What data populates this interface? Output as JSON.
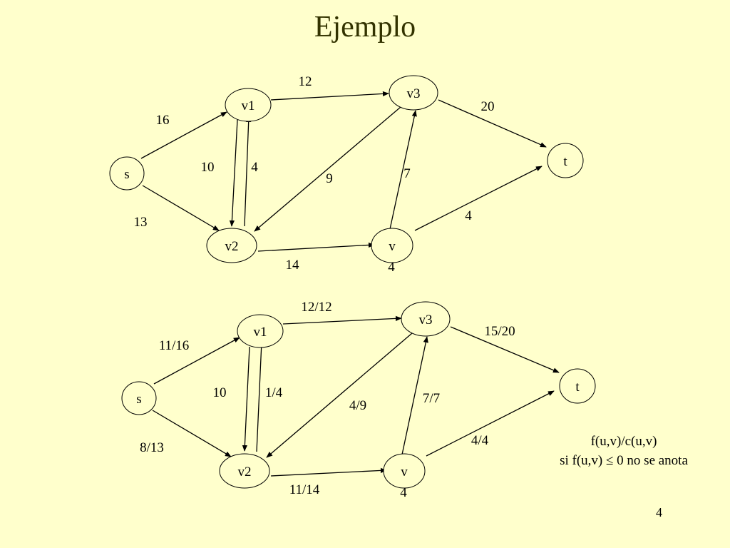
{
  "title": "Ejemplo",
  "page_number": "4",
  "legend": {
    "line1": "f(u,v)/c(u,v)",
    "line2": "si f(u,v) ≤ 0 no se anota"
  },
  "graphs": [
    {
      "id": "capacity-graph",
      "nodes": [
        {
          "id": "s",
          "label": "s"
        },
        {
          "id": "v1",
          "label": "v1"
        },
        {
          "id": "v2",
          "label": "v2"
        },
        {
          "id": "v3",
          "label": "v3"
        },
        {
          "id": "v4",
          "label": "v",
          "sub": "4"
        },
        {
          "id": "t",
          "label": "t"
        }
      ],
      "edges": [
        {
          "from": "s",
          "to": "v1",
          "label": "16"
        },
        {
          "from": "s",
          "to": "v2",
          "label": "13"
        },
        {
          "from": "v1",
          "to": "v3",
          "label": "12"
        },
        {
          "from": "v1",
          "to": "v2",
          "label": "10"
        },
        {
          "from": "v2",
          "to": "v1",
          "label": "4"
        },
        {
          "from": "v3",
          "to": "v2",
          "label": "9"
        },
        {
          "from": "v2",
          "to": "v4",
          "label": "14"
        },
        {
          "from": "v4",
          "to": "v3",
          "label": "7"
        },
        {
          "from": "v3",
          "to": "t",
          "label": "20"
        },
        {
          "from": "v4",
          "to": "t",
          "label": "4"
        }
      ]
    },
    {
      "id": "flow-graph",
      "nodes": [
        {
          "id": "s",
          "label": "s"
        },
        {
          "id": "v1",
          "label": "v1"
        },
        {
          "id": "v2",
          "label": "v2"
        },
        {
          "id": "v3",
          "label": "v3"
        },
        {
          "id": "v4",
          "label": "v",
          "sub": "4"
        },
        {
          "id": "t",
          "label": "t"
        }
      ],
      "edges": [
        {
          "from": "s",
          "to": "v1",
          "label": "11/16"
        },
        {
          "from": "s",
          "to": "v2",
          "label": "8/13"
        },
        {
          "from": "v1",
          "to": "v3",
          "label": "12/12"
        },
        {
          "from": "v1",
          "to": "v2",
          "label": "10"
        },
        {
          "from": "v2",
          "to": "v1",
          "label": "1/4"
        },
        {
          "from": "v3",
          "to": "v2",
          "label": "4/9"
        },
        {
          "from": "v2",
          "to": "v4",
          "label": "11/14"
        },
        {
          "from": "v4",
          "to": "v3",
          "label": "7/7"
        },
        {
          "from": "v3",
          "to": "t",
          "label": "15/20"
        },
        {
          "from": "v4",
          "to": "t",
          "label": "4/4"
        }
      ]
    }
  ]
}
